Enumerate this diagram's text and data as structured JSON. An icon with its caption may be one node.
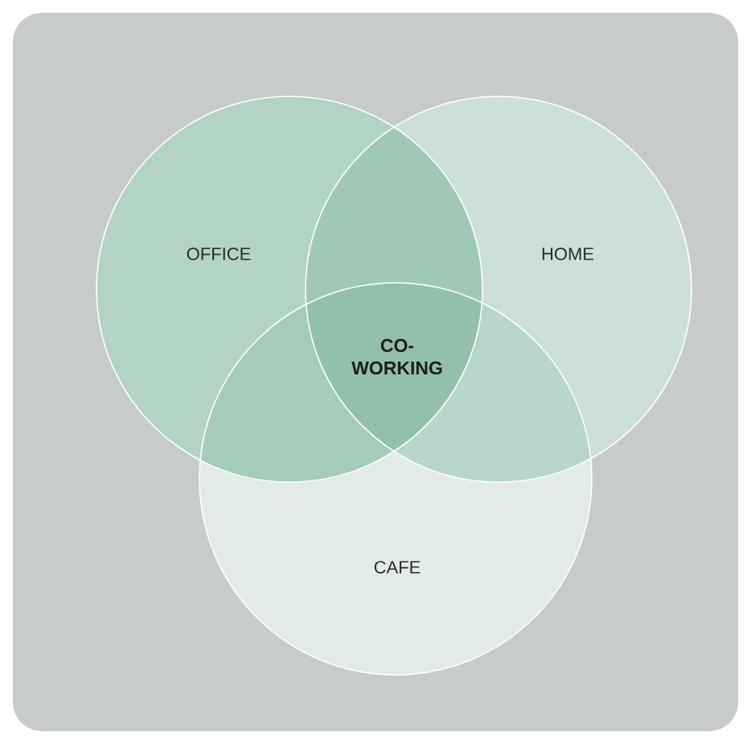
{
  "diagram": {
    "nodes": [
      {
        "text": [
          "OFFICE"
        ]
      },
      {
        "text": [
          "HOME"
        ]
      },
      {
        "text": [
          "CAFE"
        ]
      }
    ],
    "edges": [],
    "labels": [
      "CO- WORKING"
    ]
  }
}
